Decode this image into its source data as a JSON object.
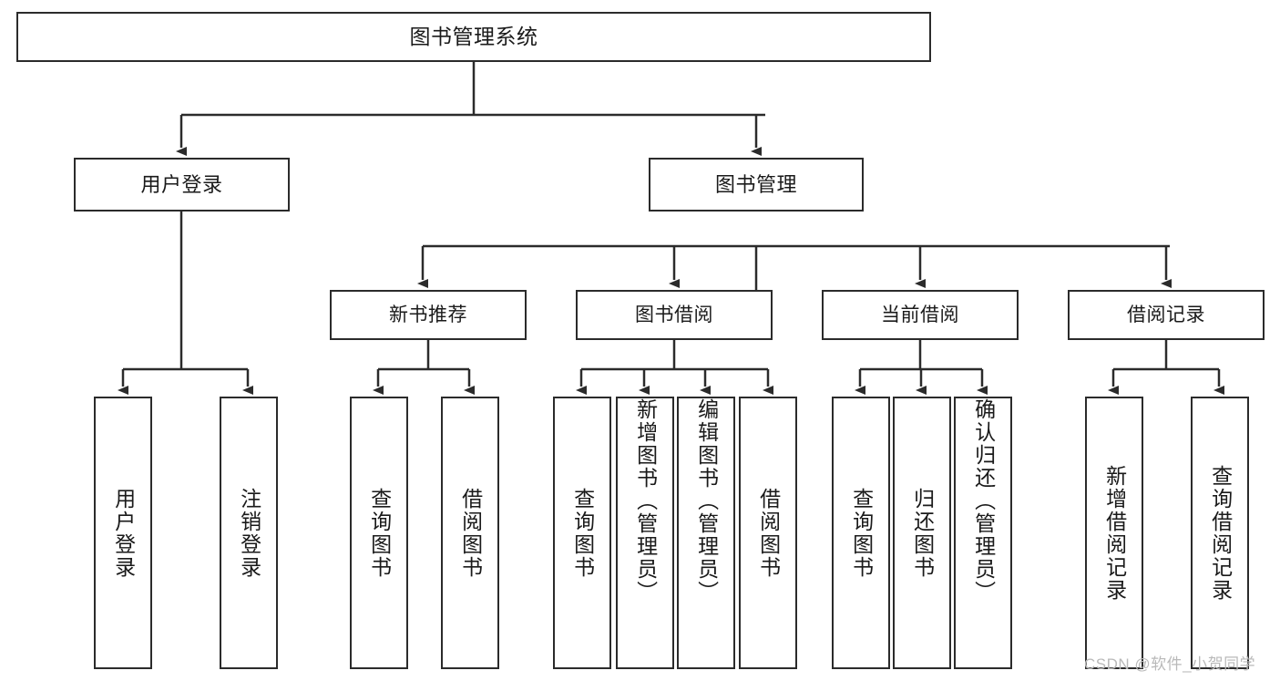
{
  "diagram": {
    "type": "tree-hierarchy",
    "title": "图书管理系统",
    "stroke_color": "#2b2b2b",
    "background_color": "#ffffff",
    "text_color": "#1a1a1a",
    "nodes": {
      "root": {
        "label": "图书管理系统"
      },
      "level2": [
        {
          "label": "用户登录"
        },
        {
          "label": "图书管理"
        }
      ],
      "level3": [
        {
          "label": "新书推荐"
        },
        {
          "label": "图书借阅"
        },
        {
          "label": "当前借阅"
        },
        {
          "label": "借阅记录"
        }
      ],
      "leaves": {
        "user_login": [
          {
            "label": "用户登录"
          },
          {
            "label": "注销登录"
          }
        ],
        "new_book_recommend": [
          {
            "label": "查询图书"
          },
          {
            "label": "借阅图书"
          }
        ],
        "book_borrow": [
          {
            "label": "查询图书"
          },
          {
            "label": "新增图书（管理员）"
          },
          {
            "label": "编辑图书（管理员）"
          },
          {
            "label": "借阅图书"
          }
        ],
        "current_borrow": [
          {
            "label": "查询图书"
          },
          {
            "label": "归还图书"
          },
          {
            "label": "确认归还（管理员）"
          }
        ],
        "borrow_record": [
          {
            "label": "新增借阅记录"
          },
          {
            "label": "查询借阅记录"
          }
        ]
      }
    }
  },
  "watermark": {
    "text": "CSDN @软件_小贺同学",
    "color": "#b9b9b9"
  }
}
